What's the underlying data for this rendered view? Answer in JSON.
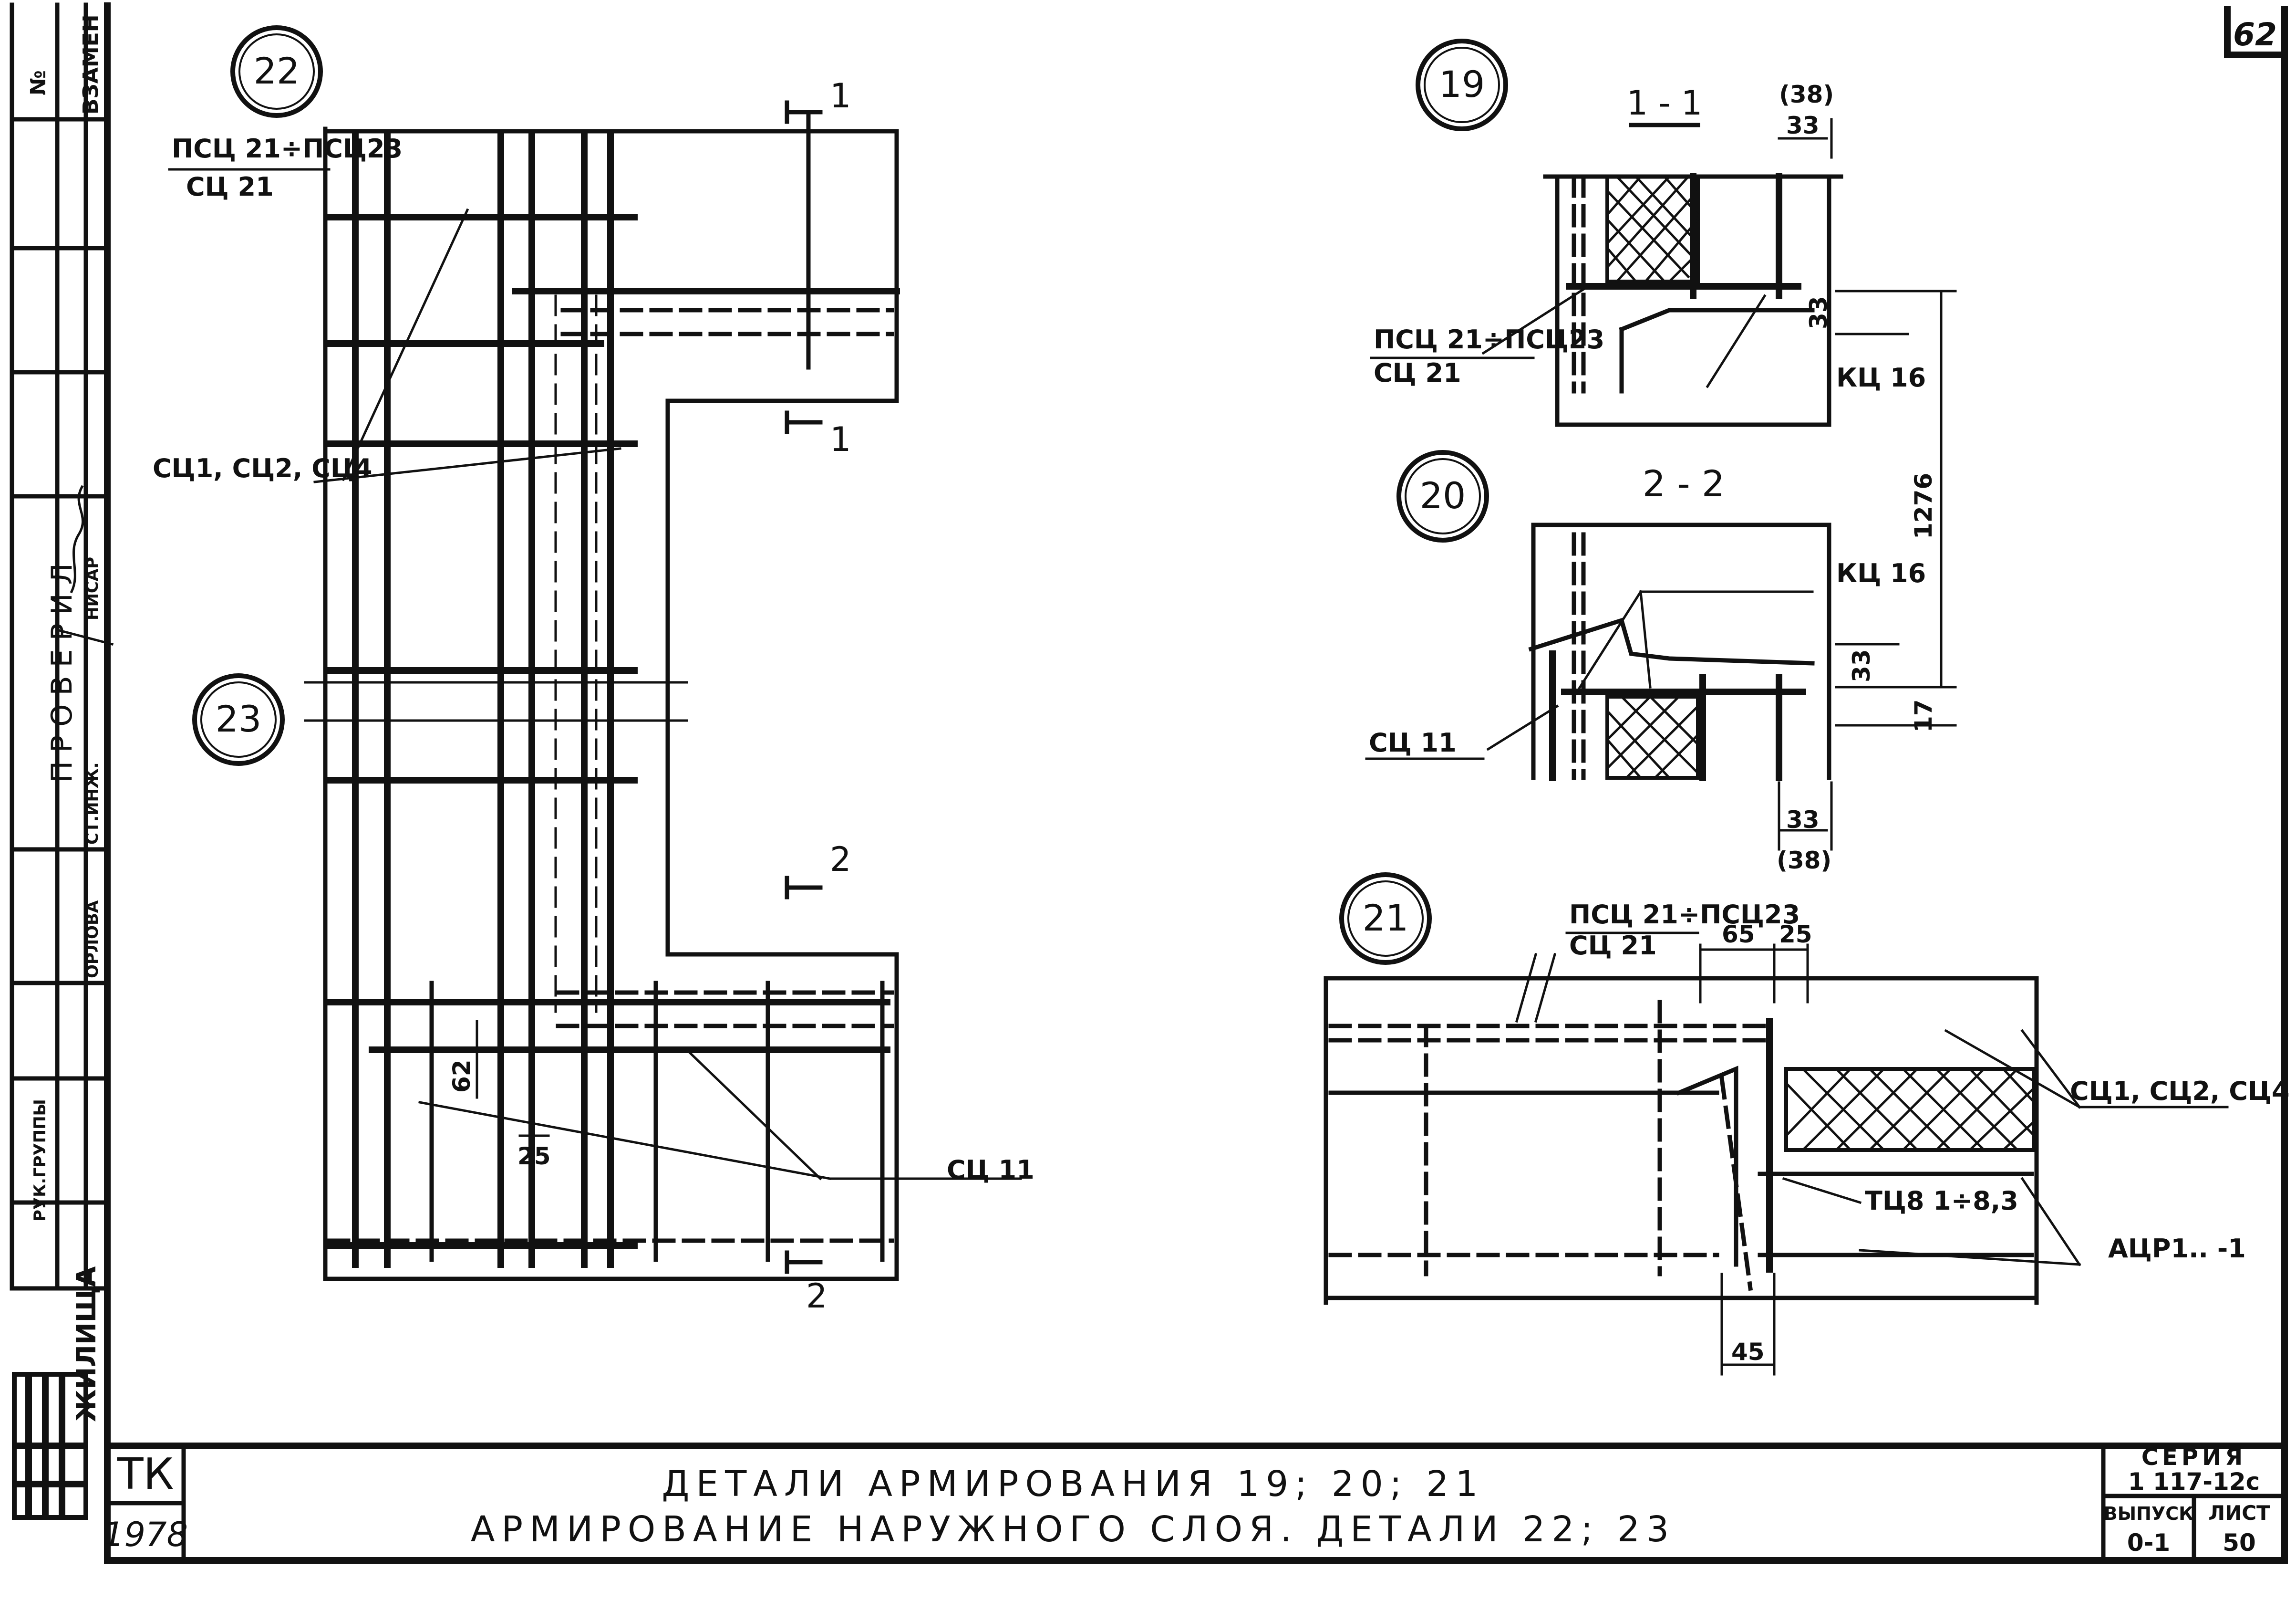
{
  "sheet": {
    "page_number": "62",
    "org_mark": "ТК",
    "year": "1978",
    "institute_label": "ЖИЛИЩА",
    "title_line1": "ДЕТАЛИ АРМИРОВАНИЯ 19; 20; 21",
    "title_line2": "АРМИРОВАНИЕ НАРУЖНОГО СЛОЯ. ДЕТАЛИ 22; 23",
    "series_label": "СЕРИЯ",
    "series_value": "1 117-12с",
    "issue_label": "ВЫПУСК",
    "issue_value": "0-1",
    "sheet_label": "ЛИСТ",
    "sheet_value": "50"
  },
  "stamp": {
    "header_no": "№",
    "header_replace": "ВЗАМЕН",
    "checked": "ПРОВЕРИЛ",
    "role_engineer": "СТ.ИНЖ.",
    "role_head": "РУК.ГРУППЫ",
    "name_1": "НИСАР",
    "name_2": "ОРЛОВА"
  },
  "details": {
    "d19": "19",
    "d20": "20",
    "d21": "21",
    "d22": "22",
    "d23": "23"
  },
  "sections": {
    "s11": "1 - 1",
    "s22": "2 - 2",
    "cut1": "1",
    "cut2": "2"
  },
  "labels": {
    "psc_range": "ПСЦ 21÷ПСЦ23",
    "sc21": "СЦ 21",
    "sc124": "СЦ1, СЦ2, СЦ4",
    "sc11": "СЦ 11",
    "kc16": "КЦ 16",
    "tc8": "ТЦ8 1÷8,3",
    "acr": "АЦР1..   -1"
  },
  "dimensions": {
    "d38": "(38)",
    "d33": "33",
    "d1276": "1276",
    "d17": "17",
    "d62": "62",
    "d25": "25",
    "d65": "65",
    "d45": "45"
  }
}
